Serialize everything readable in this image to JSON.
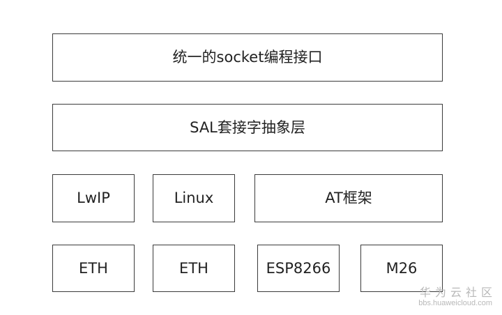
{
  "diagram": {
    "rows": [
      {
        "boxes": [
          {
            "label": "统一的socket编程接口"
          }
        ]
      },
      {
        "boxes": [
          {
            "label": "SAL套接字抽象层"
          }
        ]
      },
      {
        "boxes": [
          {
            "label": "LwIP"
          },
          {
            "label": "Linux"
          },
          {
            "label": "AT框架"
          }
        ]
      },
      {
        "boxes": [
          {
            "label": "ETH"
          },
          {
            "label": "ETH"
          },
          {
            "label": "ESP8266"
          },
          {
            "label": "M26"
          }
        ]
      }
    ]
  },
  "watermark": {
    "name": "华为云社区",
    "url": "bbs.huaweicloud.com"
  }
}
